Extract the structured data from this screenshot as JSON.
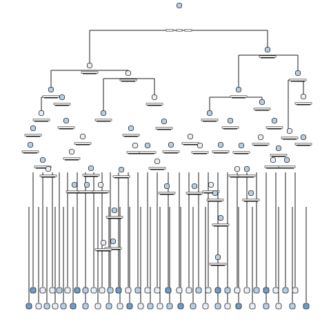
{
  "diagram": {
    "type": "decision-tree",
    "node_fill_light": "#e9eff6",
    "node_fill_mid": "#b7cfe6",
    "node_fill_dark": "#6f9cc8",
    "edge_color": "#1a1a1a",
    "leaf_count": 40,
    "depth": 13
  }
}
